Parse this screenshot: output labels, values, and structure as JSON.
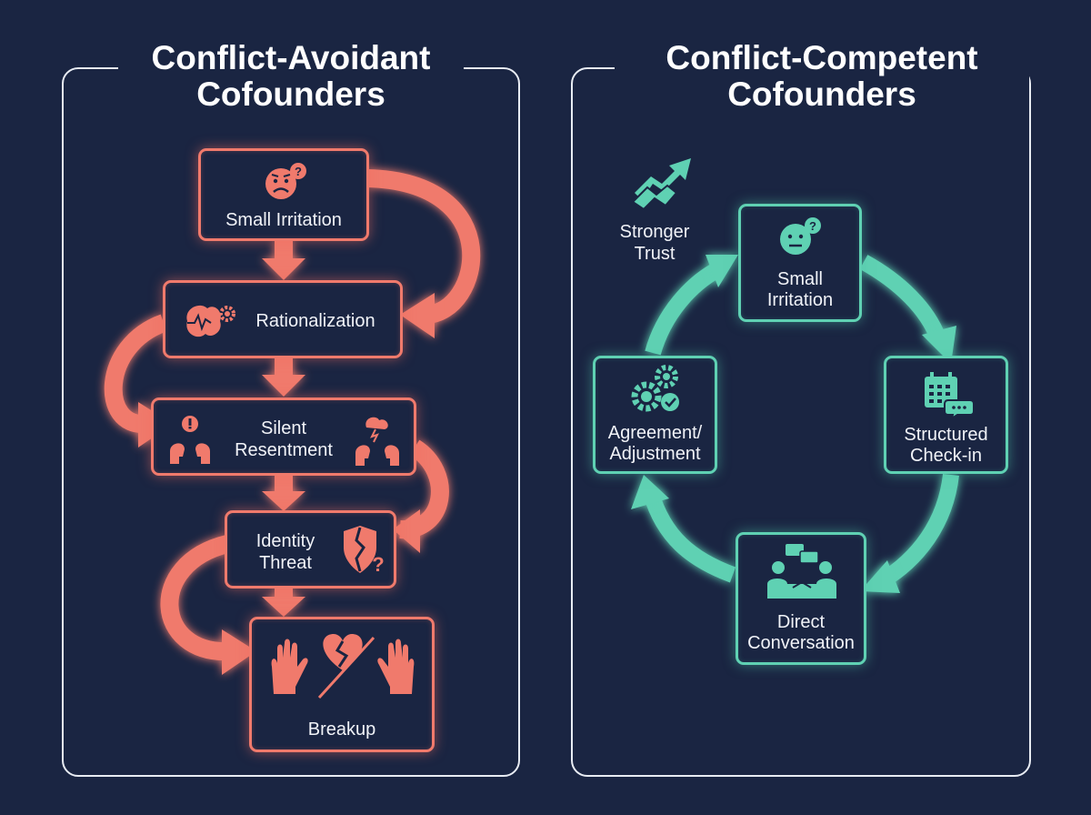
{
  "left_panel": {
    "title_line1": "Conflict-Avoidant",
    "title_line2": "Cofounders",
    "steps": {
      "small_irritation": "Small Irritation",
      "rationalization": "Rationalization",
      "silent_resentment_1": "Silent",
      "silent_resentment_2": "Resentment",
      "identity_threat_1": "Identity",
      "identity_threat_2": "Threat",
      "breakup": "Breakup"
    },
    "accent": "#f07a6c"
  },
  "right_panel": {
    "title_line1": "Conflict-Competent",
    "title_line2": "Cofounders",
    "steps": {
      "small_irritation_1": "Small",
      "small_irritation_2": "Irritation",
      "checkin_1": "Structured",
      "checkin_2": "Check-in",
      "conversation_1": "Direct",
      "conversation_2": "Conversation",
      "agreement_1": "Agreement/",
      "agreement_2": "Adjustment"
    },
    "outcome_1": "Stronger",
    "outcome_2": "Trust",
    "accent": "#5fd1b3"
  },
  "icons": {
    "small_irritation_left": "worried-face-icon",
    "rationalization": "brain-gear-icon",
    "silent_resentment": "heads-exclamation-storm-icon",
    "identity_threat": "broken-shield-question-icon",
    "breakup": "hands-broken-heart-icon",
    "small_irritation_right": "worried-face-icon",
    "checkin": "calendar-chat-icon",
    "conversation": "handshake-people-icon",
    "agreement": "gears-check-icon",
    "stronger_trust": "handshake-arrow-icon"
  }
}
